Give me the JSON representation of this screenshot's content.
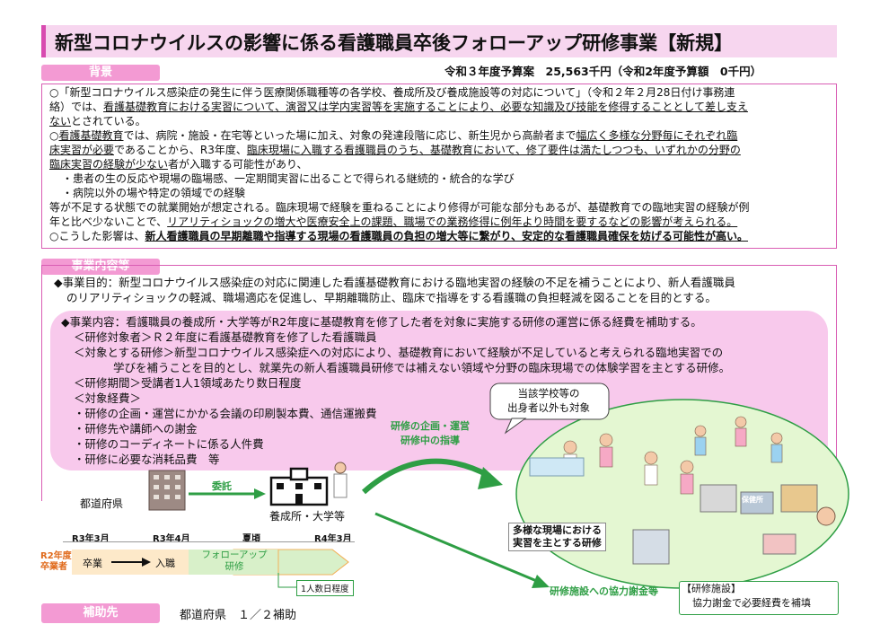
{
  "title": "新型コロナウイルスの影響に係る看護職員卒後フォローアップ研修事業【新規】",
  "budget": "令和３年度予算案　25,563千円（令和2年度予算額　0千円）",
  "background": {
    "tag": "背景",
    "l1": "○「新型コロナウイルス感染症の発生に伴う医療関係職種等の各学校、養成所及び養成施設等の対応について」（令和２年２月28日付け事務連",
    "l2a": "絡）では、",
    "l2b": "看護基礎教育における実習について、演習又は学内実習等を実施することにより、必要な知識及び技能を修得することとして差し支え",
    "l3a": "ない",
    "l3b": "とされている。",
    "l4a": "○",
    "l4b": "看護基礎教育",
    "l4c": "では、病院・施設・在宅等といった場に加え、対象の発達段階に応じ、新生児から高齢者まで",
    "l4d": "幅広く多様な分野毎にそれぞれ臨",
    "l5a": "床実習が必要",
    "l5b": "であることから、R3年度、",
    "l5c": "臨床現場に入職する看護職員のうち、基礎教育において、修了要件は満たしつつも、いずれかの分野の",
    "l6a": "臨床実習の経験が少ない",
    "l6b": "者が入職する可能性があり、",
    "l7": "・患者の生の反応や現場の臨場感、一定期間実習に出ることで得られる継続的・統合的な学び",
    "l8": "・病院以外の場や特定の領域での経験",
    "l9": "等が不足する状態での就業開始が想定される。臨床現場で経験を重ねることにより修得が可能な部分もあるが、基礎教育での臨地実習の経験が例",
    "l10a": "年と比べ少ないことで、",
    "l10b": "リアリティショックの増大や医療安全上の課題、職場での業務修得に例年より時間を要するなどの影響が考えられる。",
    "l11a": "○こうした影響は、",
    "l11b": "新人看護職員の早期離職や指導する現場の看護職員の負担の増大等に繋がり、安定的な看護職員確保を妨げる可能性が高い。"
  },
  "content": {
    "tag": "事業内容等",
    "purpose1": "◆事業目的：新型コロナウイルス感染症の対応に関連した看護基礎教育における臨地実習の経験の不足を補うことにより、新人看護職員",
    "purpose2": "のリアリティショックの軽減、職場適応を促進し、早期離職防止、臨床で指導をする看護職の負担軽減を図ることを目的とする。",
    "detail_head": "◆事業内容：看護職員の養成所・大学等がR2年度に基礎教育を修了した者を対象に実施する研修の運営に係る経費を補助する。",
    "target": "＜研修対象者＞Ｒ２年度に看護基礎教育を修了した看護職員",
    "subject1": "＜対象とする研修＞新型コロナウイルス感染症への対応により、基礎教育において経験が不足していると考えられる臨地実習での",
    "subject2": "学びを補うことを目的とし、就業先の新人看護職員研修では補えない領域や分野の臨床現場での体験学習を主とする研修。",
    "period": "＜研修期間＞受講者1人1領域あたり数日程度",
    "cost_head": "＜対象経費＞",
    "cost1": "・研修の企画・運営にかかる会議の印刷製本費、通信運搬費",
    "cost2": "・研修先や講師への謝金",
    "cost3": "・研修のコーディネートに係る人件費",
    "cost4": "・研修に必要な消耗品費　等"
  },
  "diagram": {
    "prefecture": "都道府県",
    "entrust": "委託",
    "school": "養成所・大学等",
    "planning1": "研修の企画・運営",
    "planning2": "研修中の指導",
    "bubble1": "当該学校等の",
    "bubble2": "出身者以外も対象",
    "field1": "多様な現場における",
    "field2": "実習を主とする研修",
    "thanks": "研修施設への協力謝金等",
    "facility1": "【研修施設】",
    "facility2": "協力謝金で必要経費を補填",
    "building_label": "保健所"
  },
  "timeline": {
    "m1": "R3年3月",
    "m2": "R3年4月",
    "m3": "夏頃",
    "m4": "R4年3月",
    "group1": "R2年度",
    "group2": "卒業者",
    "step1": "卒業",
    "step2": "入職",
    "step3a": "フォローアップ",
    "step3b": "研修",
    "note": "1人数日程度"
  },
  "subsidy": {
    "tag": "補助先",
    "text": "都道府県　１／２補助"
  },
  "colors": {
    "accent": "#d84bb0",
    "tag": "#f39ad3",
    "panel": "#f8c9ec",
    "green": "#2e9e44",
    "field": "#e4f7d2"
  }
}
